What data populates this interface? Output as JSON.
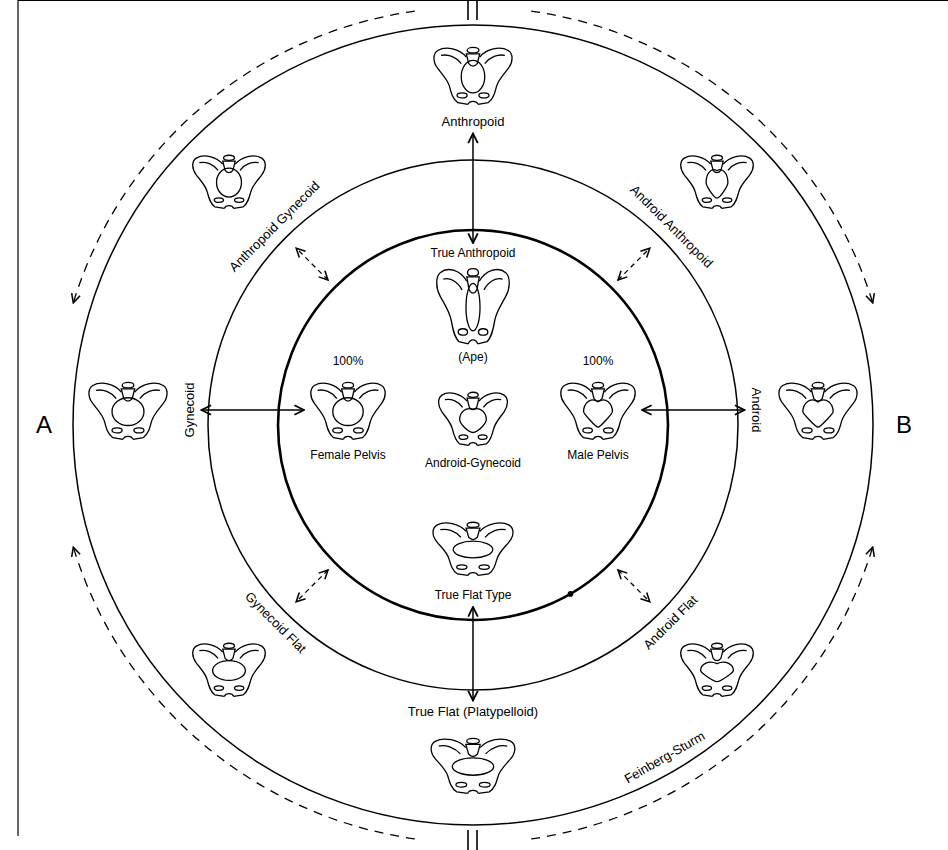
{
  "diagram": {
    "nodes": [
      {
        "text": [
          "Anthropoid"
        ]
      },
      {
        "text": [
          "Anthropoid Gynecoid"
        ]
      },
      {
        "text": [
          "Android Anthropoid"
        ]
      },
      {
        "text": [
          "True Anthropoid",
          "(Ape)"
        ]
      },
      {
        "text": [
          "Gynecoid"
        ]
      },
      {
        "text": [
          "100%",
          "Female Pelvis"
        ]
      },
      {
        "text": [
          "Android-Gynecoid"
        ]
      },
      {
        "text": [
          "100%",
          "Male Pelvis"
        ]
      },
      {
        "text": [
          "Android"
        ]
      },
      {
        "text": [
          "True Flat Type"
        ]
      },
      {
        "text": [
          "Gynecoid Flat"
        ]
      },
      {
        "text": [
          "Android Flat"
        ]
      },
      {
        "text": [
          "True Flat (Platypelloid)"
        ]
      }
    ],
    "edges": [
      {
        "from": 0,
        "to": 3,
        "arrow": "both"
      },
      {
        "from": 4,
        "to": 5,
        "arrow": "both"
      },
      {
        "from": 7,
        "to": 8,
        "arrow": "both"
      },
      {
        "from": 9,
        "to": 12,
        "arrow": "both"
      }
    ],
    "labels": [
      "A",
      "B",
      "Feinberg-Sturm"
    ]
  }
}
